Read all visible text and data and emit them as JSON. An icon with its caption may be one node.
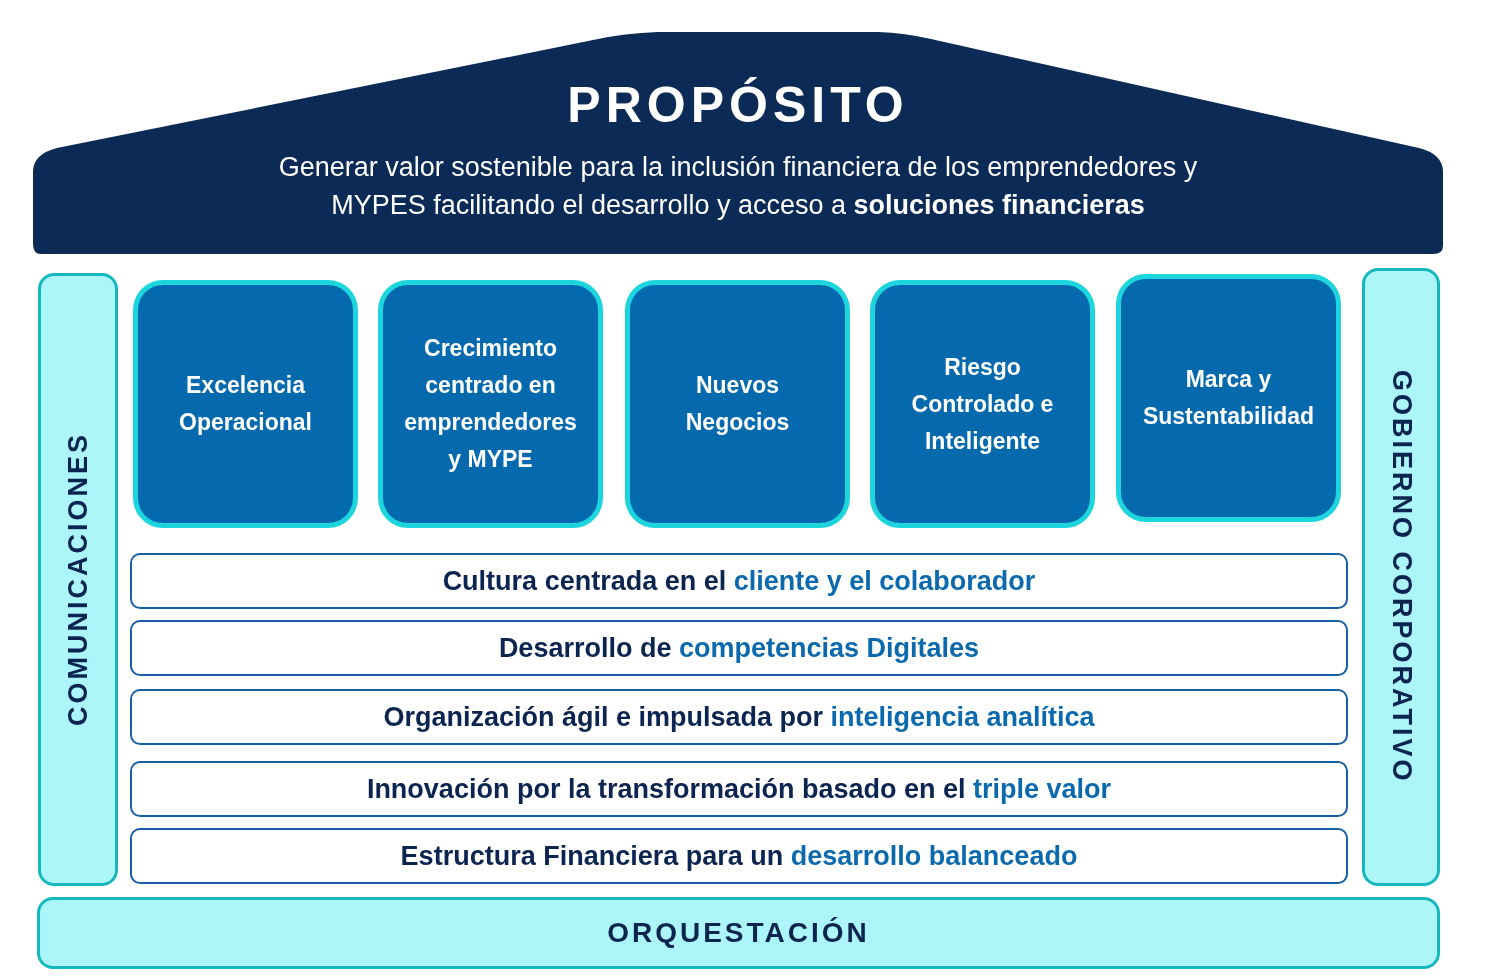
{
  "diagram": {
    "nodes": [
      {
        "text": [
          "PROPÓSITO",
          "Generar valor sostenible para la inclusión financiera de los emprendedores y MYPES facilitando el desarrollo y acceso a **soluciones financieras**"
        ]
      },
      {
        "text": [
          "COMUNICACIONES"
        ]
      },
      {
        "text": [
          "Excelencia Operacional"
        ]
      },
      {
        "text": [
          "Crecimiento centrado en emprendedores y MYPE"
        ]
      },
      {
        "text": [
          "Nuevos Negocios"
        ]
      },
      {
        "text": [
          "Riesgo Controlado e Inteligente"
        ]
      },
      {
        "text": [
          "Marca y Sustentabilidad"
        ]
      },
      {
        "text": [
          "GOBIERNO CORPORATIVO"
        ]
      },
      {
        "text": [
          "Cultura centrada en el",
          "cliente y el colaborador"
        ]
      },
      {
        "text": [
          "Desarrollo de",
          "competencias Digitales"
        ]
      },
      {
        "text": [
          "Organización ágil e impulsada por",
          "inteligencia analítica"
        ]
      },
      {
        "text": [
          "Innovación por la transformación basado en el",
          "triple valor"
        ]
      },
      {
        "text": [
          "Estructura Financiera para un",
          "desarrollo balanceado"
        ]
      },
      {
        "text": [
          "ORQUESTACIÓN"
        ]
      }
    ]
  }
}
